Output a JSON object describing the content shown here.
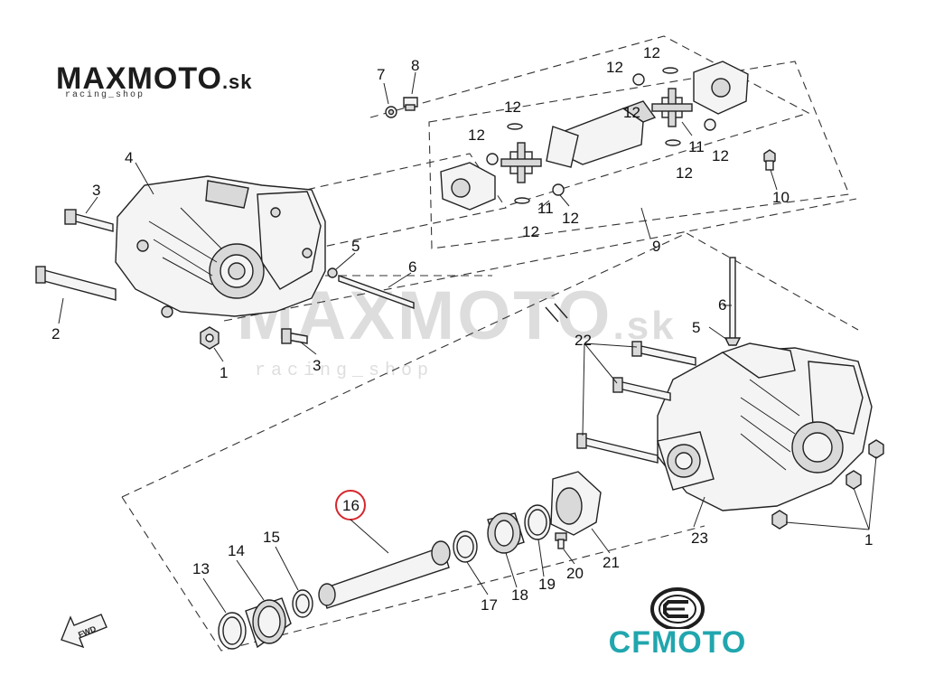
{
  "logo": {
    "name": "MAXMOTO",
    "suffix": ".sk",
    "tagline": "racing_shop",
    "color": "#1c1c1c"
  },
  "watermark": {
    "name": "MAXMOTO",
    "suffix": ".sk",
    "tagline": "racing_shop"
  },
  "brand": {
    "name": "CFMOTO",
    "color": "#21a6ae"
  },
  "direction_marker": "FWD",
  "highlight": {
    "callout": "16",
    "color": "#d6262c"
  },
  "callouts": {
    "c1a": "1",
    "c1b": "1",
    "c2": "2",
    "c3a": "3",
    "c3b": "3",
    "c4": "4",
    "c5a": "5",
    "c5b": "5",
    "c6a": "6",
    "c6b": "6",
    "c7": "7",
    "c8": "8",
    "c9": "9",
    "c10": "10",
    "c11a": "11",
    "c11b": "11",
    "c12a": "12",
    "c12b": "12",
    "c12c": "12",
    "c12d": "12",
    "c12e": "12",
    "c12f": "12",
    "c12g": "12",
    "c12h": "12",
    "c12i": "12",
    "c13": "13",
    "c14": "14",
    "c15": "15",
    "c16": "16",
    "c17": "17",
    "c18": "18",
    "c19": "19",
    "c20": "20",
    "c21": "21",
    "c22": "22",
    "c23": "23"
  }
}
